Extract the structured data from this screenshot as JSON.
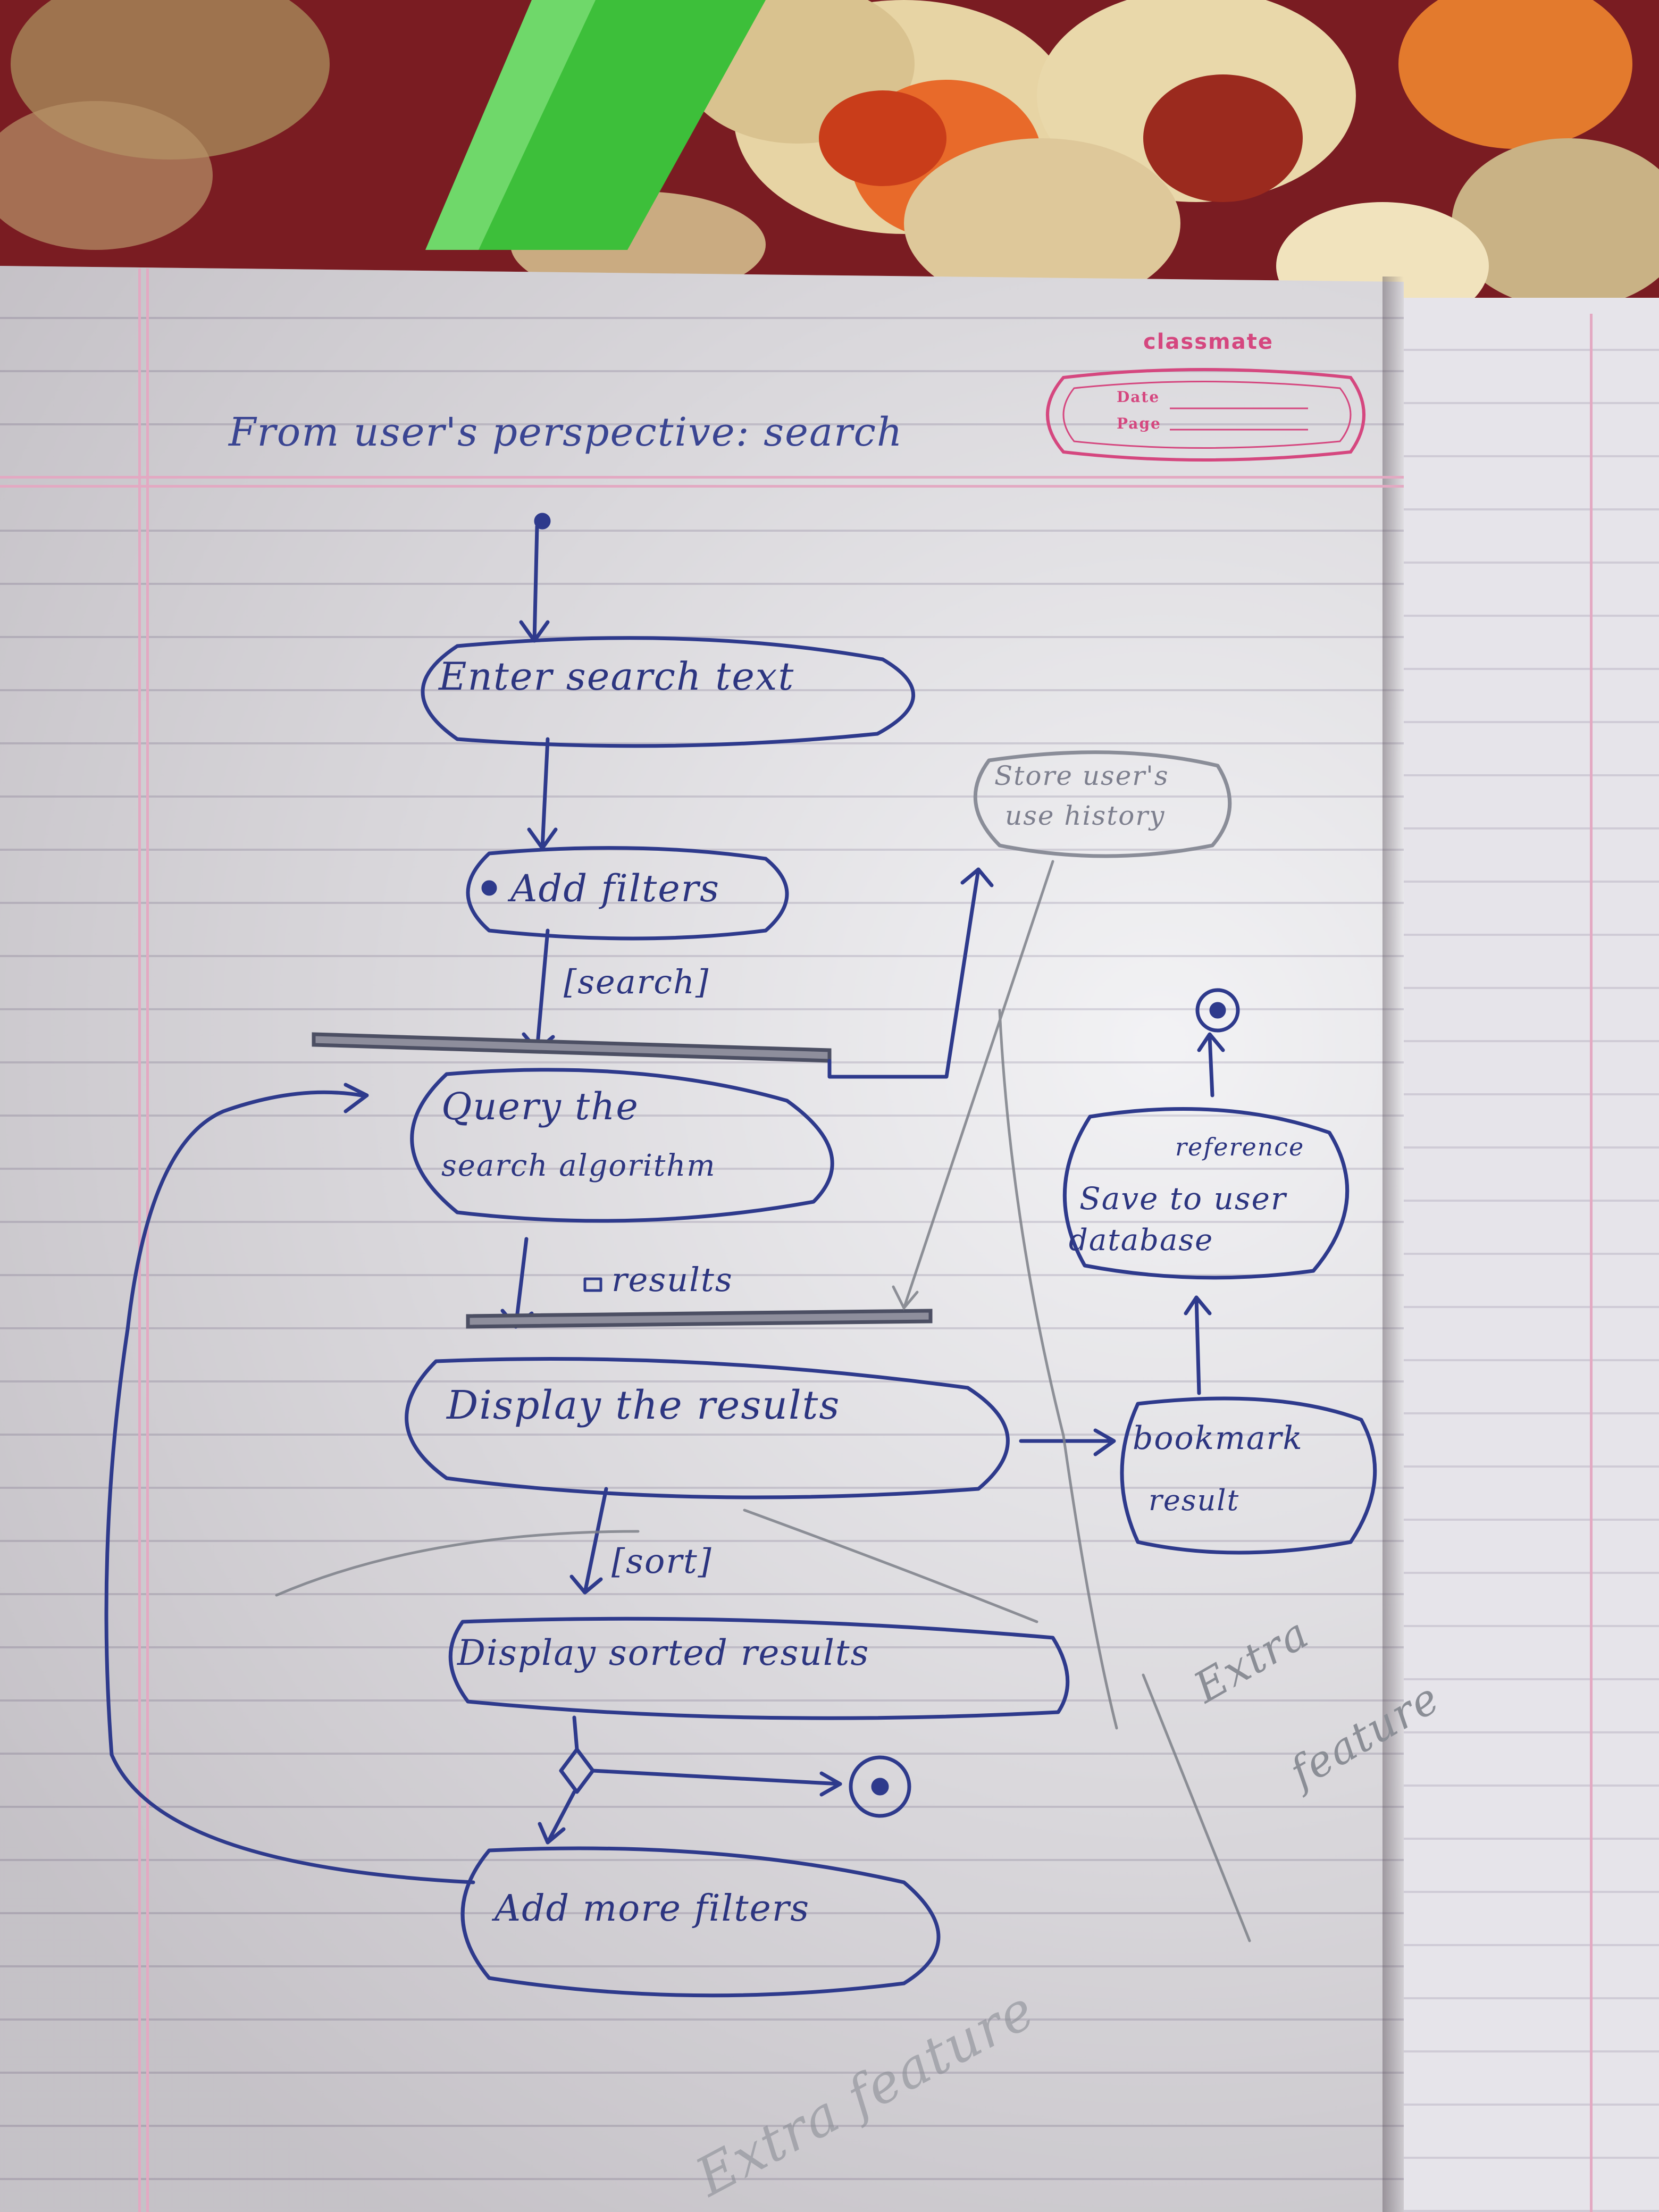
{
  "brand": {
    "name": "classmate",
    "date_label": "Date",
    "page_label": "Page"
  },
  "page_title": "From user's perspective: search",
  "nodes": {
    "enter_search_text": "Enter search text",
    "add_filters": "Add filters",
    "query_algorithm_line1": "Query the",
    "query_algorithm_line2": "search algorithm",
    "display_results": "Display the results",
    "display_sorted": "Display sorted results",
    "add_more_filters": "Add more filters",
    "store_history_line1": "Store user's",
    "store_history_line2": "use history",
    "bookmark_line1": "bookmark",
    "bookmark_line2": "result",
    "save_db_line1": "reference",
    "save_db_line2": "Save to user",
    "save_db_line3": "database"
  },
  "guards": {
    "search": "[search]",
    "results": "results",
    "sort": "[sort]"
  },
  "annotations": {
    "extra_feature_right_1": "Extra",
    "extra_feature_right_2": "feature",
    "extra_feature_bottom": "Extra feature"
  },
  "colors": {
    "ink": "#2e3a8c",
    "pencil": "#7d8088",
    "margin_pink": "#e3a9c2",
    "brand_pink": "#d5477f",
    "paper": "#eeeef1"
  }
}
